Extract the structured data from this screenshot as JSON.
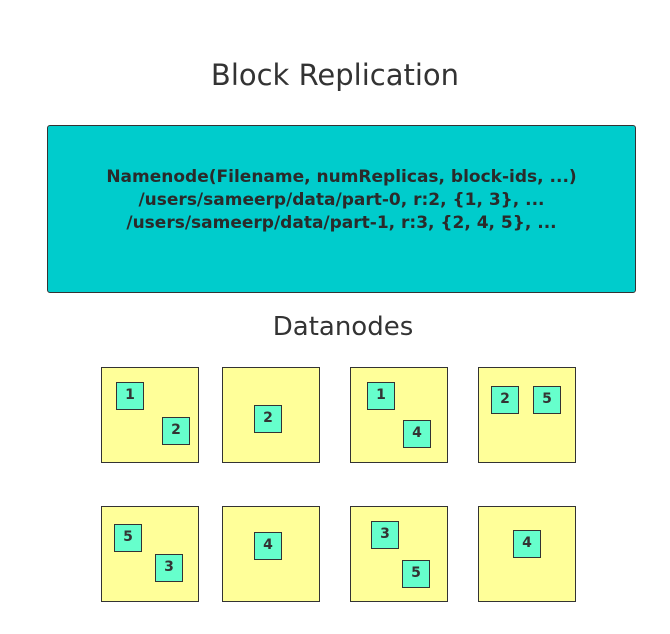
{
  "title": "Block Replication",
  "namenode": {
    "lines": [
      "Namenode(Filename, numReplicas, block-ids, ...)",
      "/users/sameerp/data/part-0, r:2, {1, 3}, ...",
      "/users/sameerp/data/part-1, r:3, {2, 4, 5}, ..."
    ]
  },
  "datanodes": {
    "heading": "Datanodes",
    "nodes": [
      {
        "blocks": [
          "1",
          "2"
        ]
      },
      {
        "blocks": [
          "2"
        ]
      },
      {
        "blocks": [
          "1",
          "4"
        ]
      },
      {
        "blocks": [
          "2",
          "5"
        ]
      },
      {
        "blocks": [
          "5",
          "3"
        ]
      },
      {
        "blocks": [
          "4"
        ]
      },
      {
        "blocks": [
          "3",
          "5"
        ]
      },
      {
        "blocks": [
          "4"
        ]
      }
    ]
  },
  "colors": {
    "namenode_fill": "#00cccc",
    "datanode_fill": "#ffff99",
    "block_fill": "#66ffcc",
    "border": "#333333"
  }
}
